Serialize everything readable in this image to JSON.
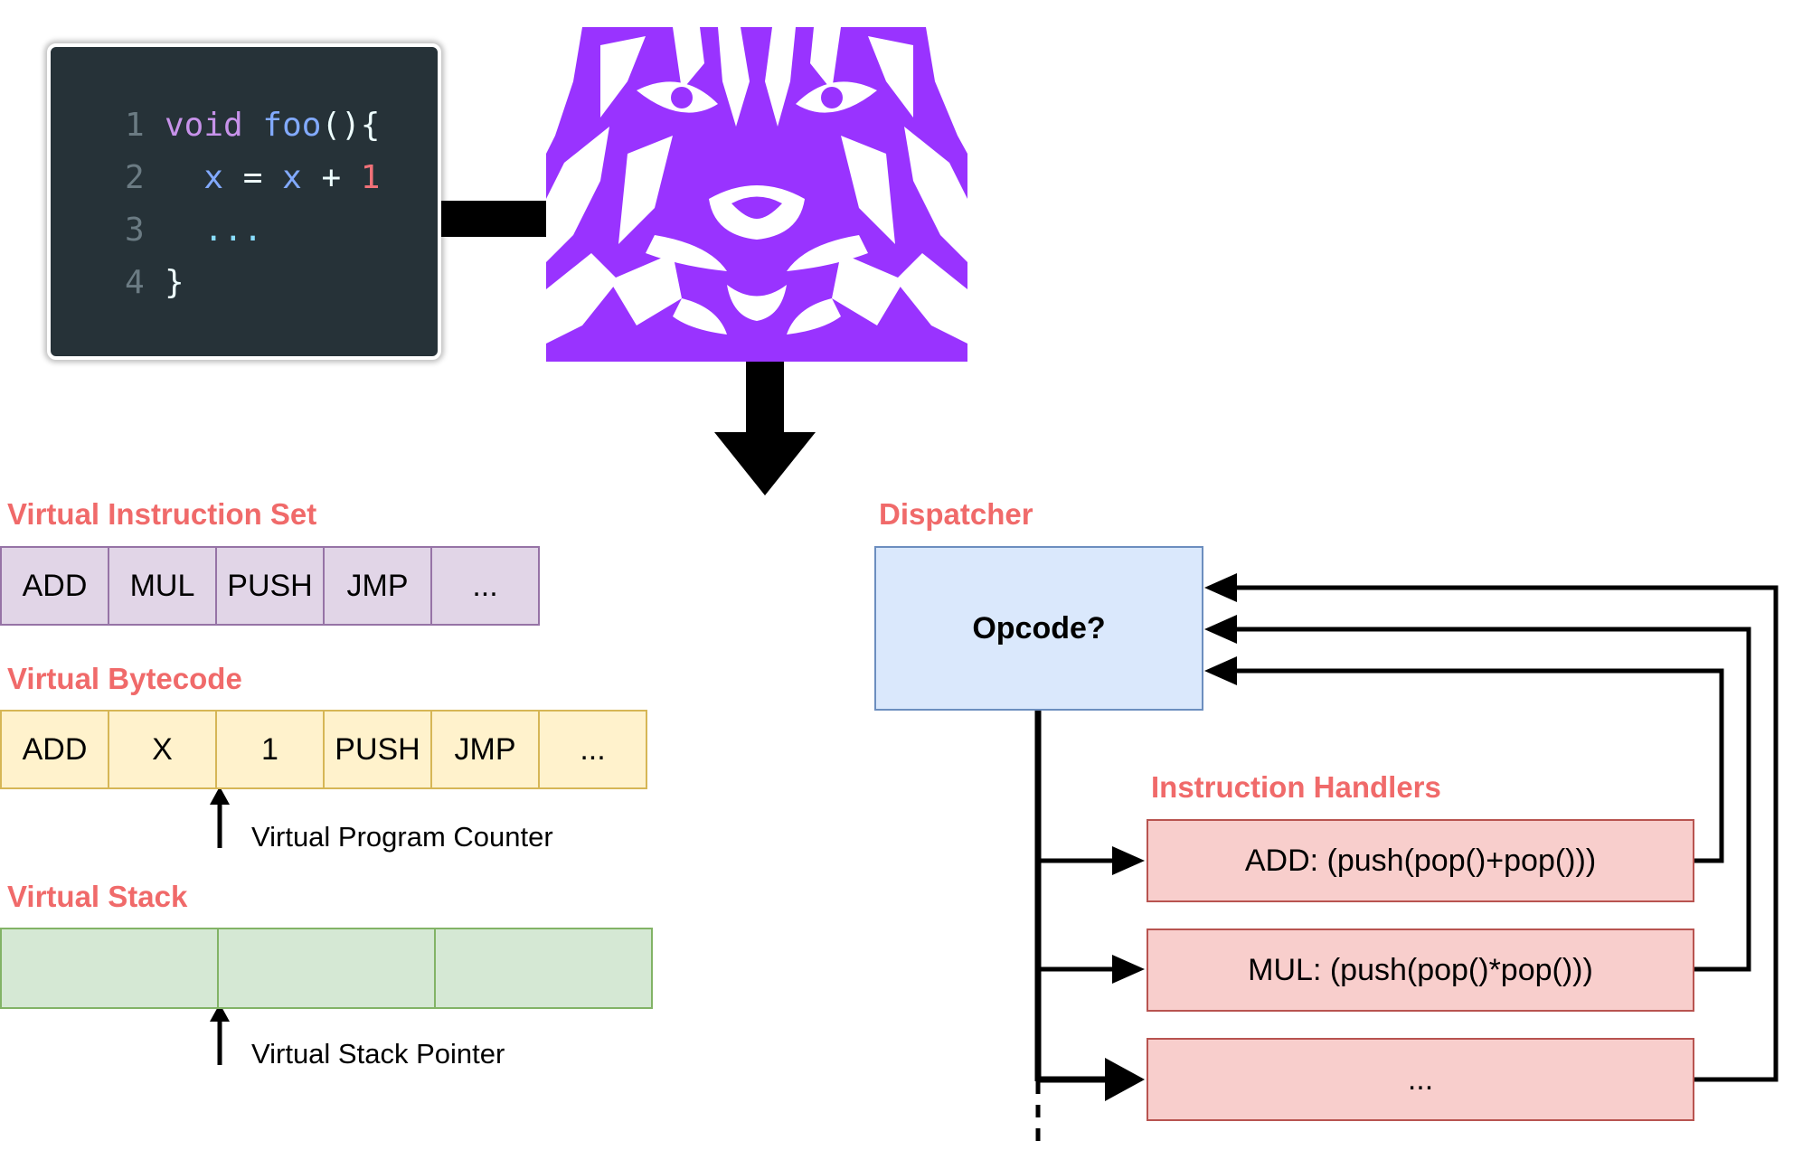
{
  "code": {
    "lines": [
      {
        "num": "1",
        "text": "void foo(){"
      },
      {
        "num": "2",
        "text": "x = x + 1"
      },
      {
        "num": "3",
        "text": "..."
      },
      {
        "num": "4",
        "text": "}"
      }
    ]
  },
  "instruction_set": {
    "title": "Virtual Instruction Set",
    "cells": [
      "ADD",
      "MUL",
      "PUSH",
      "JMP",
      "..."
    ]
  },
  "bytecode": {
    "title": "Virtual Bytecode",
    "cells": [
      "ADD",
      "X",
      "1",
      "PUSH",
      "JMP",
      "..."
    ],
    "pointer_label": "Virtual Program Counter"
  },
  "stack": {
    "title": "Virtual Stack",
    "pointer_label": "Virtual Stack Pointer"
  },
  "dispatcher": {
    "title": "Dispatcher",
    "box_label": "Opcode?"
  },
  "handlers": {
    "title": "Instruction Handlers",
    "items": [
      "ADD: (push(pop()+pop()))",
      "MUL: (push(pop()*pop()))",
      "..."
    ]
  },
  "colors": {
    "title_red": "#f06a6a",
    "tiger_purple": "#9933ff",
    "code_bg": "#263238"
  }
}
